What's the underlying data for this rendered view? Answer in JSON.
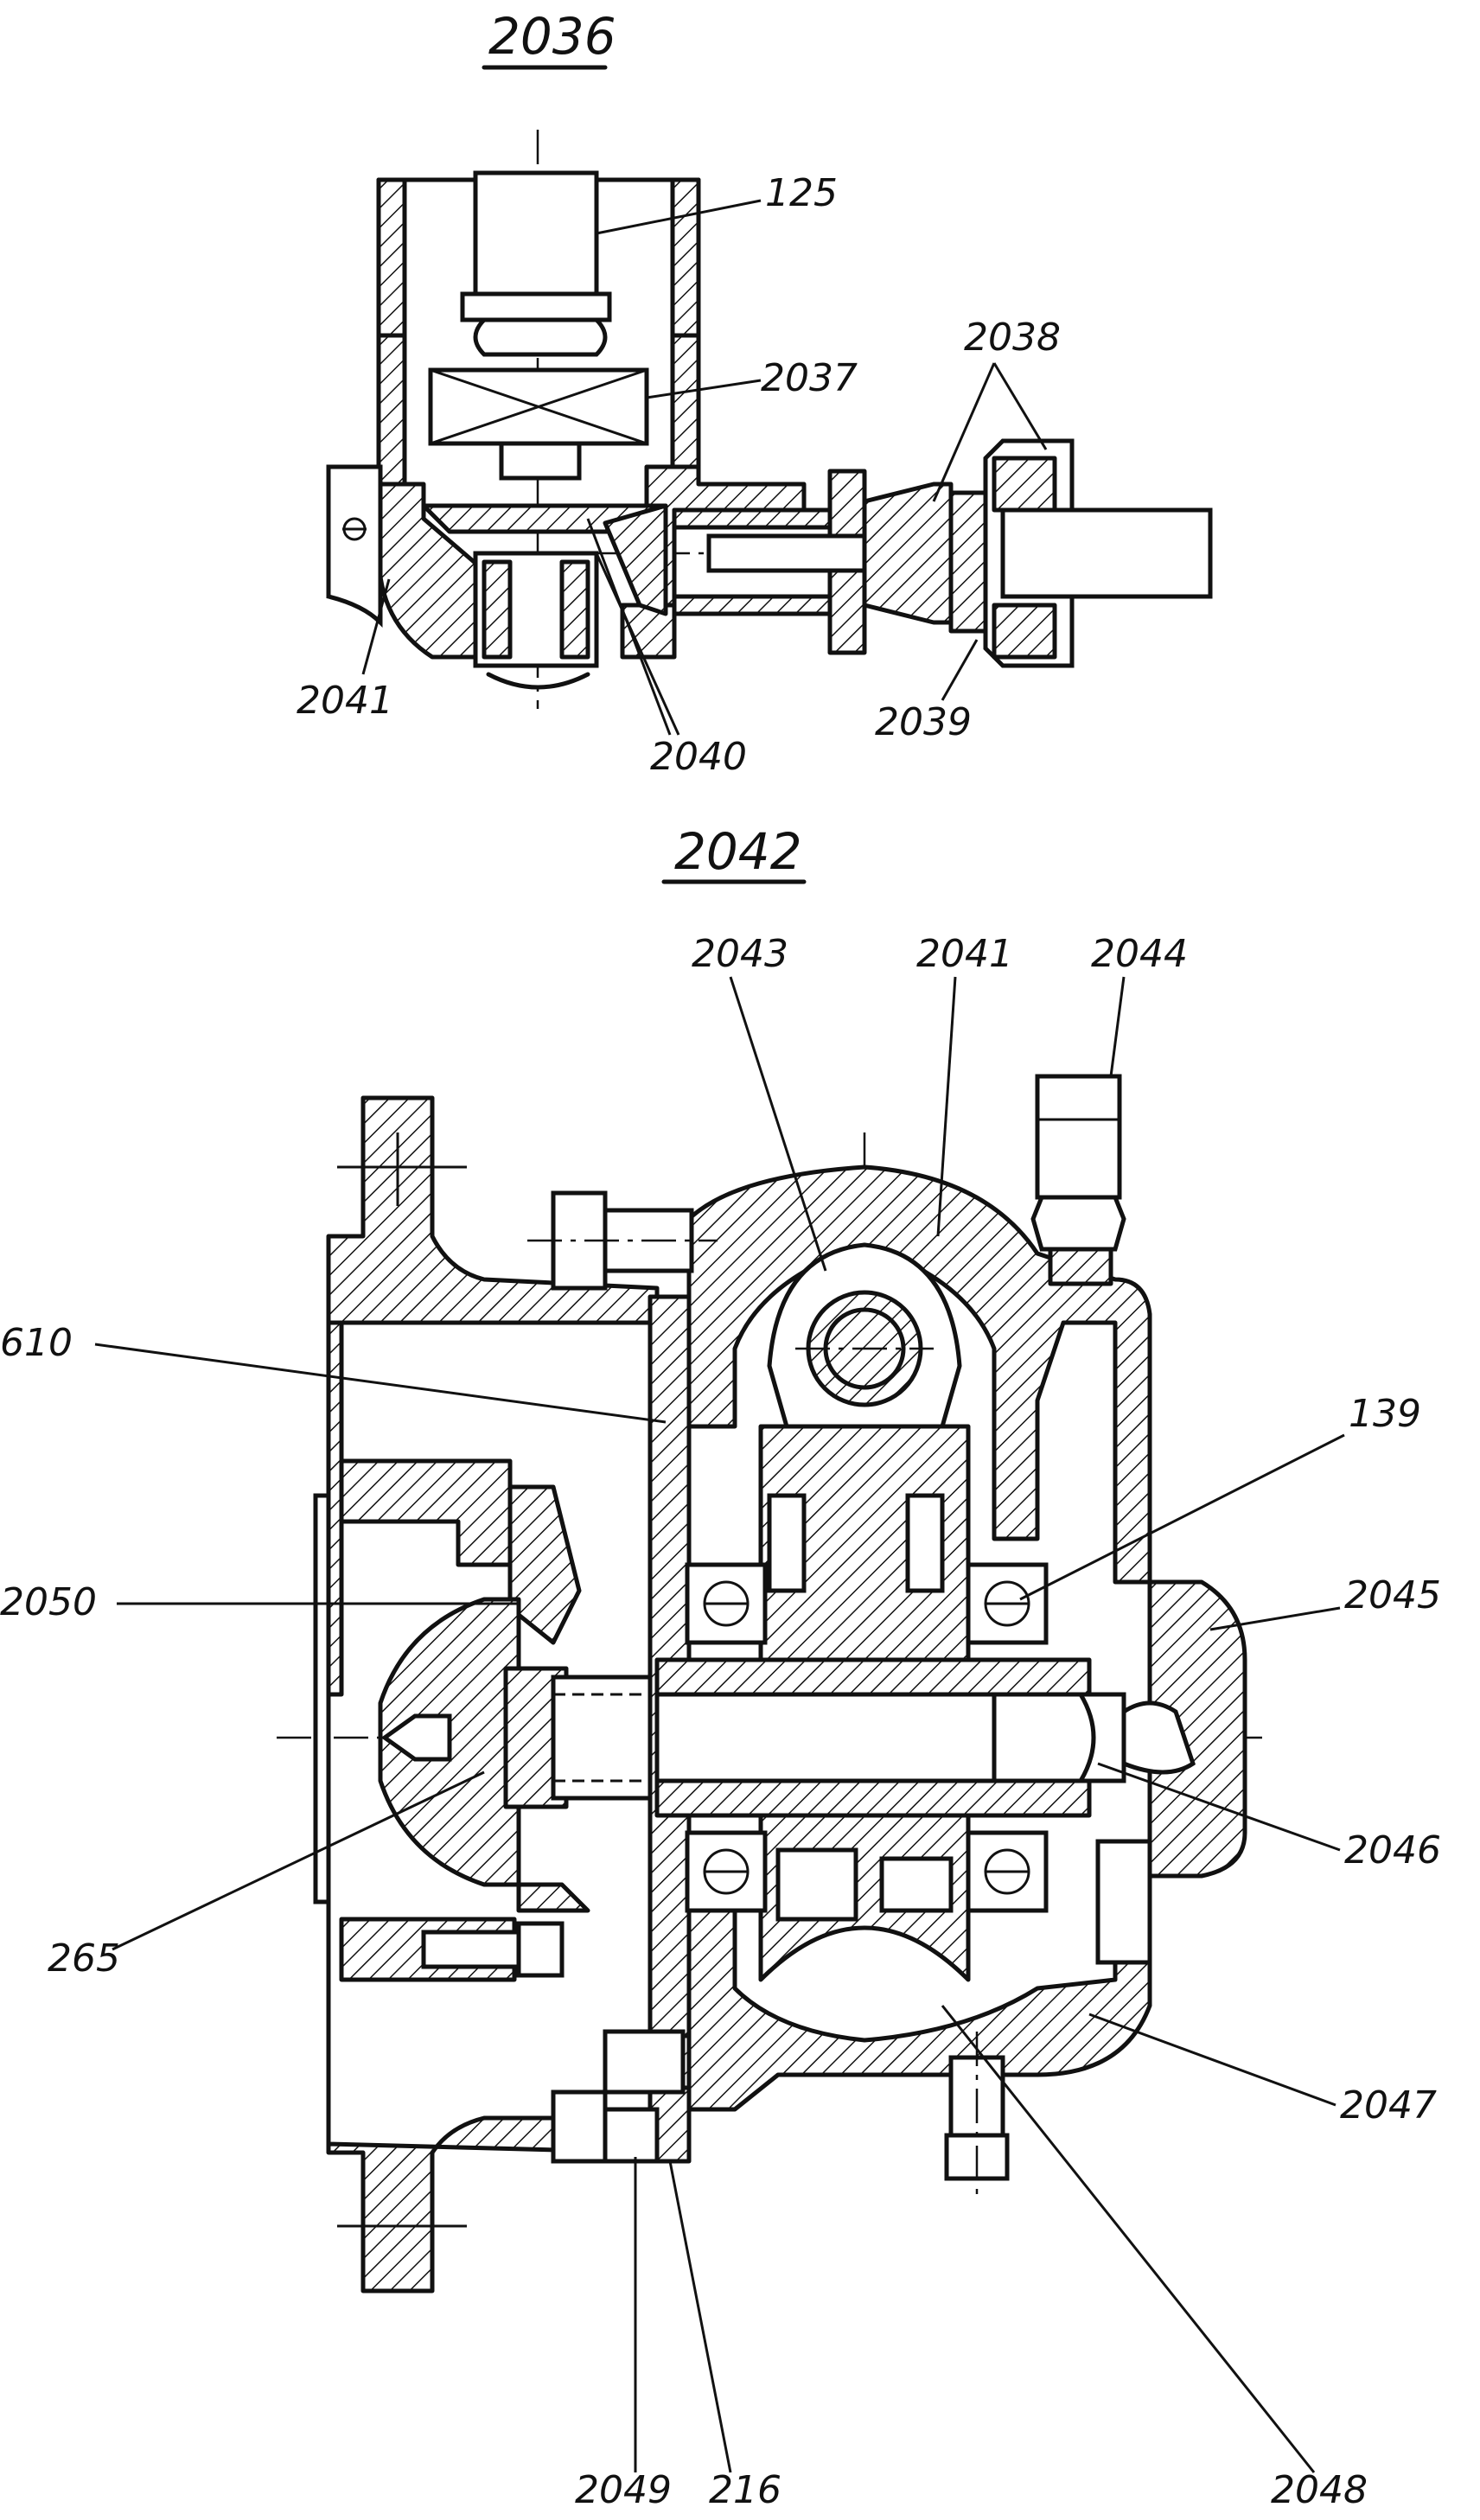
{
  "figure_top": {
    "title": "2036",
    "labels": {
      "l125": "125",
      "l2037": "2037",
      "l2038": "2038",
      "l2039": "2039",
      "l2040": "2040",
      "l2041": "2041"
    }
  },
  "figure_bottom": {
    "title": "2042",
    "labels": {
      "l2043": "2043",
      "l2041": "2041",
      "l2044": "2044",
      "l610": "610",
      "l139": "139",
      "l2050": "2050",
      "l2045": "2045",
      "l2046": "2046",
      "l265": "265",
      "l2047": "2047",
      "l2049": "2049",
      "l216": "216",
      "l2048": "2048"
    }
  }
}
